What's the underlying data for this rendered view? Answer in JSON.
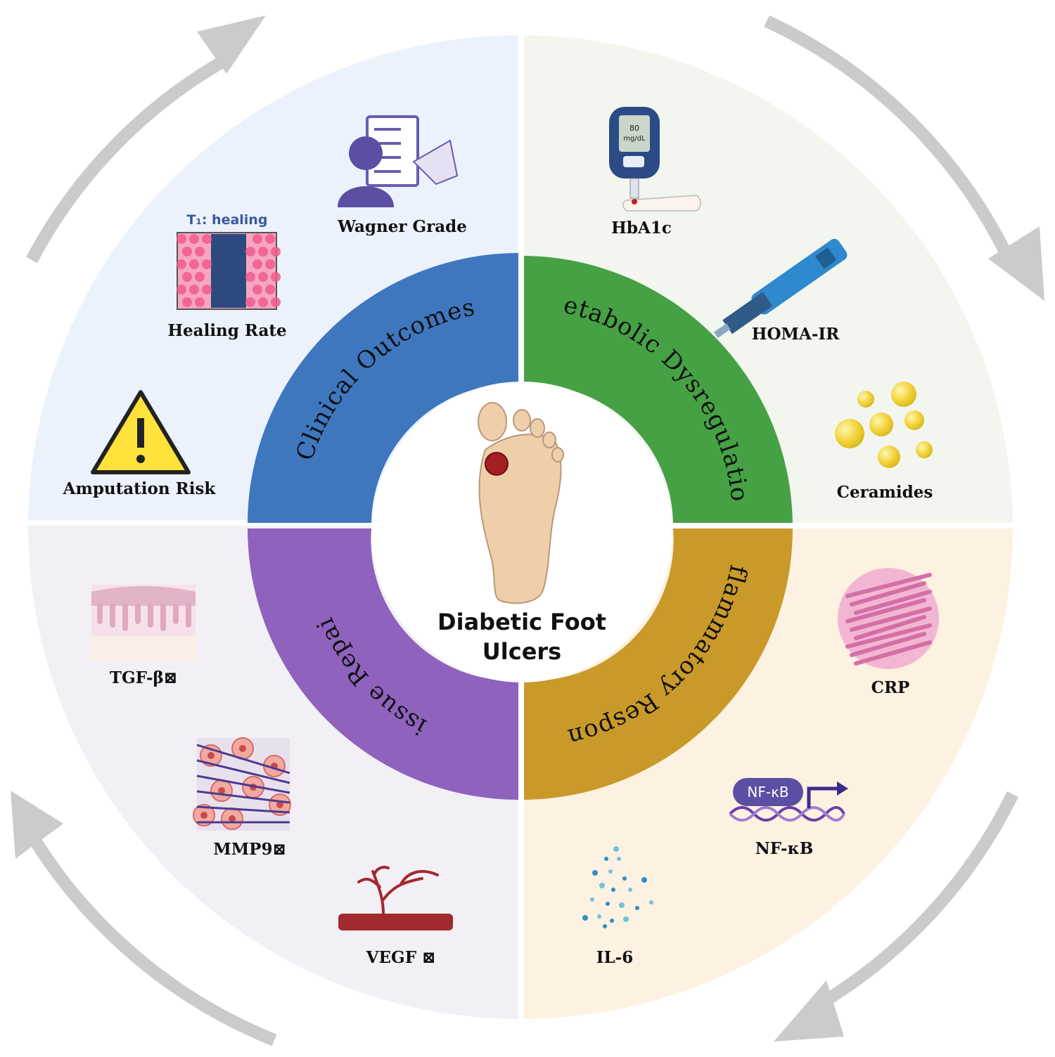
{
  "center": {
    "line1": "Diabetic Foot",
    "line2": "Ulcers"
  },
  "quadrants": {
    "clinical": {
      "title": "Clinical Outcomes",
      "color": "#3F77BF",
      "bg": "#EBF2FC",
      "items": {
        "wagner": "Wagner Grade",
        "healing": "Healing Rate",
        "healing_sub": "T₁: healing",
        "amputation": "Amputation Risk"
      }
    },
    "metabolic": {
      "title": "Metabolic Dysregulation",
      "color": "#46A145",
      "bg": "#F3F6EF",
      "items": {
        "hba1c": "HbA1c",
        "homa": "HOMA-IR",
        "ceramides": "Ceramides",
        "meter_value": "80",
        "meter_unit": "mg/dL"
      }
    },
    "inflammatory": {
      "title": "Inflammatory Response",
      "color": "#C99A2A",
      "bg": "#FDF1E1",
      "items": {
        "crp": "CRP",
        "nfkb": "NF-κB",
        "nfkb_badge": "NF-κB",
        "il6": "IL-6"
      }
    },
    "tissue": {
      "title": "Tissue Repair",
      "color": "#8F62BE",
      "bg": "#F2F0F5",
      "items": {
        "tgf": "TGF-β⊠",
        "mmp9": "MMP9⊠",
        "vegf": "VEGF ⊠"
      }
    }
  },
  "colors": {
    "arrow": "#C9CBCD"
  }
}
